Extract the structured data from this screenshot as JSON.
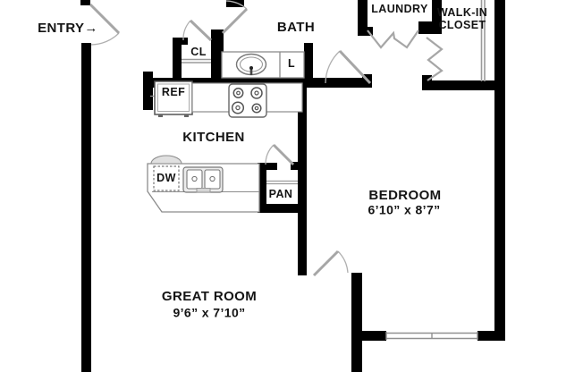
{
  "colors": {
    "wall": "#000000",
    "door": "#a6a6a6",
    "fixture_border": "#8c8c8c",
    "background": "#ffffff",
    "text": "#141414"
  },
  "labels": {
    "entry": "ENTRY→",
    "bath": "BATH",
    "laundry": "LAUNDRY",
    "walk_in_line1": "WALK-IN",
    "walk_in_line2": "CLOSET",
    "closet": "CL",
    "linen": "L",
    "refrigerator": "REF",
    "kitchen": "KITCHEN",
    "dishwasher": "DW",
    "pantry": "PAN",
    "bedroom": "BEDROOM",
    "bedroom_dimensions": "6’10” x 8’7”",
    "great_room": "GREAT ROOM",
    "great_room_dimensions": "9’6” x 7’10”"
  }
}
